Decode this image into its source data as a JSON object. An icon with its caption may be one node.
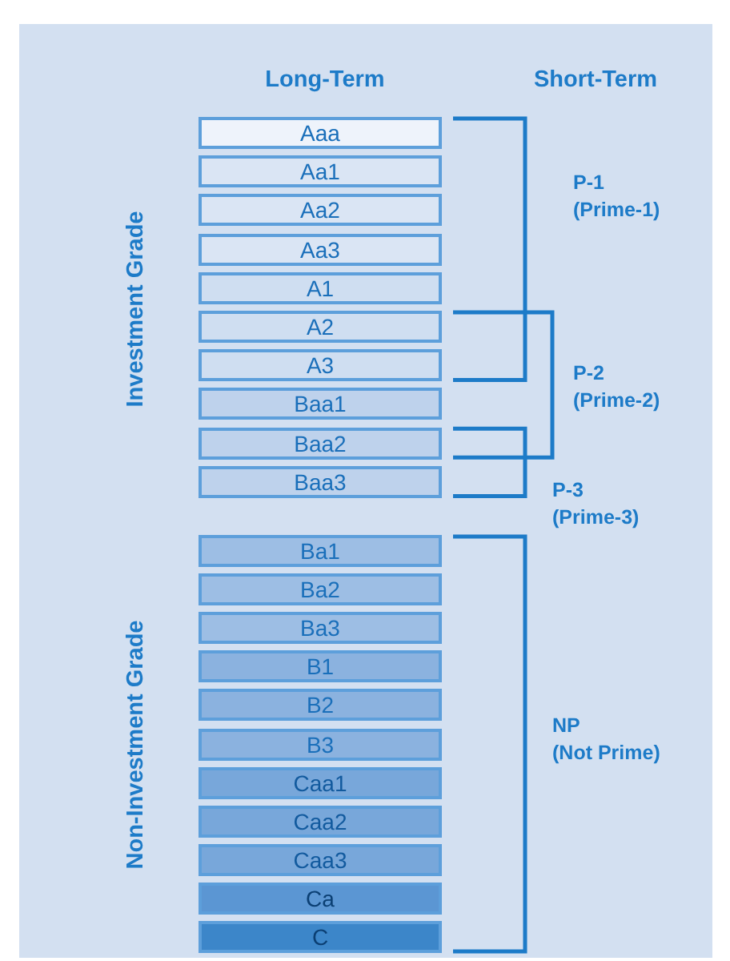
{
  "diagram": {
    "nodes": [
      {
        "text": [
          "Aaa"
        ]
      },
      {
        "text": [
          "Aa1"
        ]
      },
      {
        "text": [
          "Aa2"
        ]
      },
      {
        "text": [
          "Aa3"
        ]
      },
      {
        "text": [
          "A1"
        ]
      },
      {
        "text": [
          "A2"
        ]
      },
      {
        "text": [
          "A3"
        ]
      },
      {
        "text": [
          "Baa1"
        ]
      },
      {
        "text": [
          "Baa2"
        ]
      },
      {
        "text": [
          "Baa3"
        ]
      },
      {
        "text": [
          "Ba1"
        ]
      },
      {
        "text": [
          "Ba2"
        ]
      },
      {
        "text": [
          "Ba3"
        ]
      },
      {
        "text": [
          "B1"
        ]
      },
      {
        "text": [
          "B2"
        ]
      },
      {
        "text": [
          "B3"
        ]
      },
      {
        "text": [
          "Caa1"
        ]
      },
      {
        "text": [
          "Caa2"
        ]
      },
      {
        "text": [
          "Caa3"
        ]
      },
      {
        "text": [
          "Ca"
        ]
      },
      {
        "text": [
          "C"
        ]
      }
    ],
    "labels": [
      "Long-Term",
      "Short-Term",
      "Investment Grade",
      "Non-Investment Grade",
      "P-1",
      "(Prime-1)",
      "P-2",
      "(Prime-2)",
      "P-3",
      "(Prime-3)",
      "NP",
      "(Not Prime)"
    ]
  }
}
